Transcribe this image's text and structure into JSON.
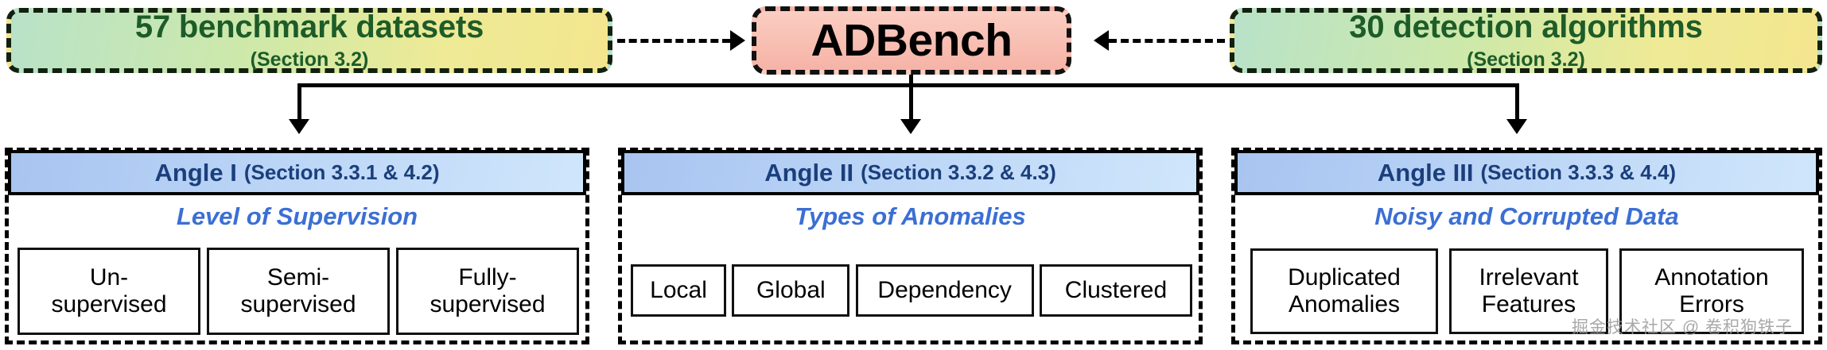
{
  "top": {
    "datasets": {
      "title": "57 benchmark datasets",
      "section": "(Section 3.2)"
    },
    "center": {
      "title": "ADBench"
    },
    "algorithms": {
      "title": "30 detection algorithms",
      "section": "(Section 3.2)"
    }
  },
  "angles": [
    {
      "id": "angle-1",
      "head_label": "Angle I",
      "head_section": "(Section 3.3.1 & 4.2)",
      "subtitle": "Level of Supervision",
      "leaves": [
        "Un-\nsupervised",
        "Semi-\nsupervised",
        "Fully-\nsupervised"
      ],
      "leaves_display": [
        {
          "line1": "Un-",
          "line2": "supervised"
        },
        {
          "line1": "Semi-",
          "line2": "supervised"
        },
        {
          "line1": "Fully-",
          "line2": "supervised"
        }
      ]
    },
    {
      "id": "angle-2",
      "head_label": "Angle II",
      "head_section": "(Section 3.3.2 & 4.3)",
      "subtitle": "Types of Anomalies",
      "leaves_display": [
        {
          "line1": "Local",
          "line2": ""
        },
        {
          "line1": "Global",
          "line2": ""
        },
        {
          "line1": "Dependency",
          "line2": ""
        },
        {
          "line1": "Clustered",
          "line2": ""
        }
      ]
    },
    {
      "id": "angle-3",
      "head_label": "Angle III",
      "head_section": "(Section 3.3.3 & 4.4)",
      "subtitle": "Noisy and Corrupted Data",
      "leaves_display": [
        {
          "line1": "Duplicated",
          "line2": "Anomalies"
        },
        {
          "line1": "Irrelevant",
          "line2": "Features"
        },
        {
          "line1": "Annotation",
          "line2": "Errors"
        }
      ]
    }
  ],
  "watermark": "掘金技术社区 @ 卷积狗铁子",
  "colors": {
    "green_text": "#1d5c28",
    "blue_head_text": "#1b3f7c",
    "blue_subtitle": "#3b6fd4",
    "adbench_fill": "#f6b3a6",
    "dash_border": "#000000"
  }
}
